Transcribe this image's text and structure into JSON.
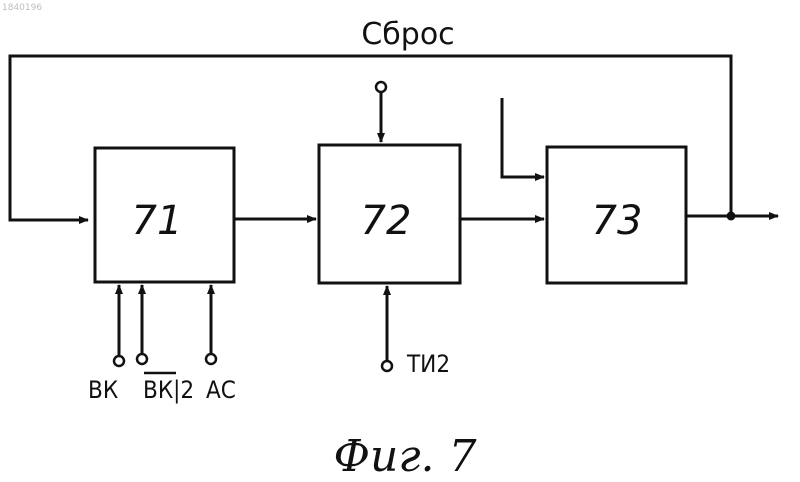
{
  "watermark": "1840196",
  "reset_label": "Сброс",
  "blocks": [
    {
      "id": "71",
      "label": "71"
    },
    {
      "id": "72",
      "label": "72"
    },
    {
      "id": "73",
      "label": "73"
    }
  ],
  "inputs": {
    "bk": "ВК",
    "bk_half": "ВК|2",
    "ac": "АС",
    "ti2": "ТИ2"
  },
  "caption": "Фиг. 7",
  "colors": {
    "ink": "#111111",
    "background": "#ffffff"
  }
}
